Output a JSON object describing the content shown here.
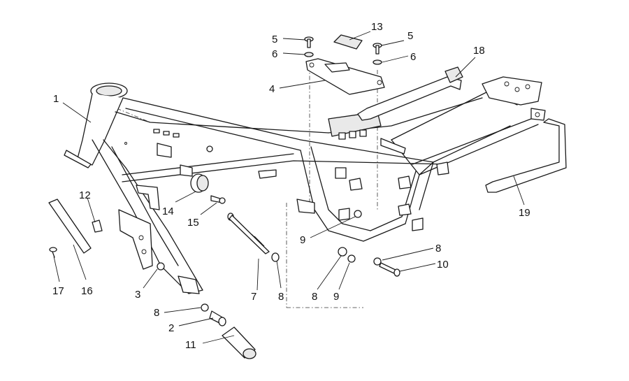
{
  "callouts": [
    {
      "id": "c1",
      "text": "1"
    },
    {
      "id": "c2",
      "text": "2"
    },
    {
      "id": "c3",
      "text": "3"
    },
    {
      "id": "c4",
      "text": "4"
    },
    {
      "id": "c5a",
      "text": "5"
    },
    {
      "id": "c5b",
      "text": "5"
    },
    {
      "id": "c6a",
      "text": "6"
    },
    {
      "id": "c6b",
      "text": "6"
    },
    {
      "id": "c7",
      "text": "7"
    },
    {
      "id": "c8a",
      "text": "8"
    },
    {
      "id": "c8b",
      "text": "8"
    },
    {
      "id": "c8c",
      "text": "8"
    },
    {
      "id": "c8d",
      "text": "8"
    },
    {
      "id": "c9a",
      "text": "9"
    },
    {
      "id": "c9b",
      "text": "9"
    },
    {
      "id": "c10",
      "text": "10"
    },
    {
      "id": "c11",
      "text": "11"
    },
    {
      "id": "c12",
      "text": "12"
    },
    {
      "id": "c13",
      "text": "13"
    },
    {
      "id": "c14",
      "text": "14"
    },
    {
      "id": "c15",
      "text": "15"
    },
    {
      "id": "c16",
      "text": "16"
    },
    {
      "id": "c17",
      "text": "17"
    },
    {
      "id": "c18",
      "text": "18"
    },
    {
      "id": "c19",
      "text": "19"
    }
  ]
}
